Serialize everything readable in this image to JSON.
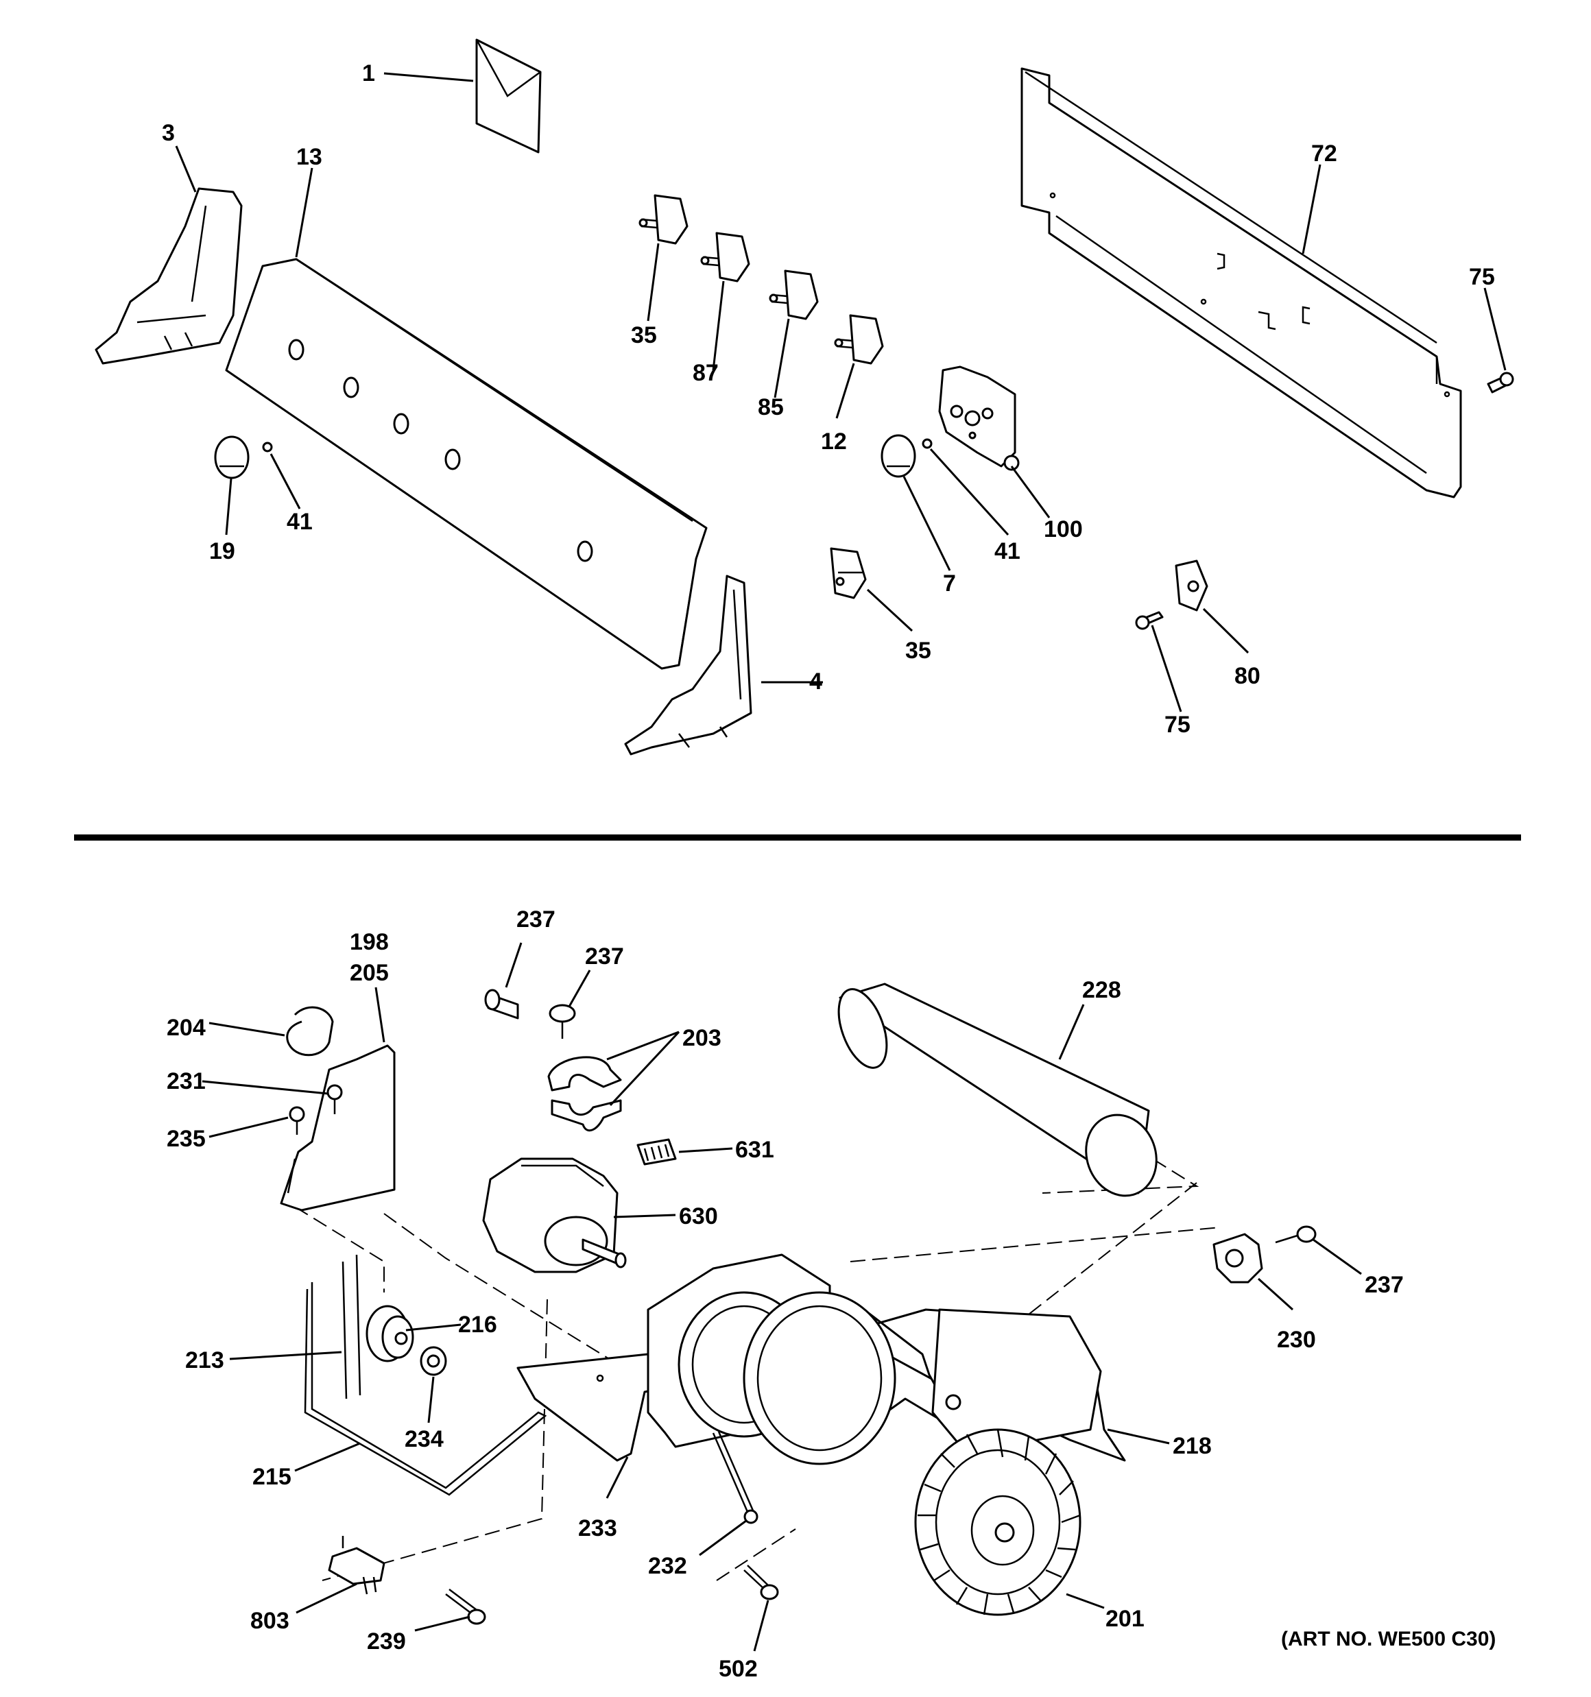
{
  "art_number": "(ART NO. WE500 C30)",
  "labels": {
    "p1": "1",
    "p3": "3",
    "p13": "13",
    "p35a": "35",
    "p87": "87",
    "p85": "85",
    "p12": "12",
    "p72": "72",
    "p75a": "75",
    "p100": "100",
    "p41a": "41",
    "p41b": "41",
    "p19": "19",
    "p7": "7",
    "p35b": "35",
    "p4": "4",
    "p80": "80",
    "p75b": "75",
    "p237a": "237",
    "p237b": "237",
    "p198": "198",
    "p205": "205",
    "p204": "204",
    "p203": "203",
    "p228": "228",
    "p231": "231",
    "p235": "235",
    "p631": "631",
    "p630": "630",
    "p237c": "237",
    "p216": "216",
    "p213": "213",
    "p230": "230",
    "p234": "234",
    "p218": "218",
    "p215": "215",
    "p233": "233",
    "p232": "232",
    "p803": "803",
    "p201": "201",
    "p239": "239",
    "p502": "502"
  }
}
